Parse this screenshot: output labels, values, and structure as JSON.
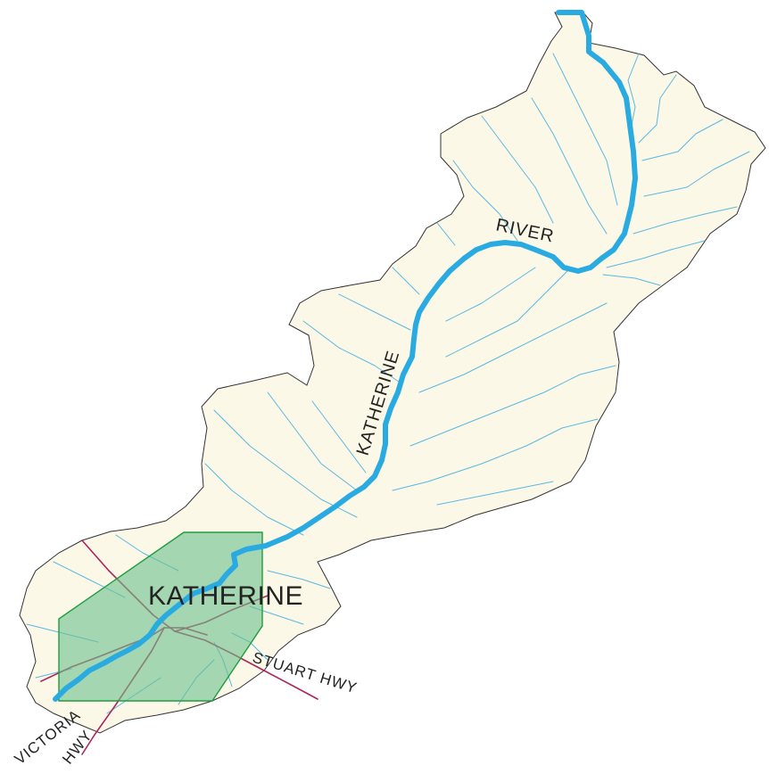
{
  "map": {
    "colors": {
      "background": "#ffffff",
      "catchment_fill": "#fbf8e8",
      "catchment_outline": "#333333",
      "river": "#29abe2",
      "tributary": "#5bb8e0",
      "highway": "#b0245c",
      "town_area_fill": "#6bbf8c",
      "town_area_outline": "#1f9e3e"
    },
    "labels": {
      "river_word_1": "KATHERINE",
      "river_word_2": "RIVER",
      "town": "KATHERINE",
      "stuart_hwy": "STUART HWY",
      "victoria_word_1": "VICTORIA",
      "victoria_word_2": "HWY"
    }
  }
}
